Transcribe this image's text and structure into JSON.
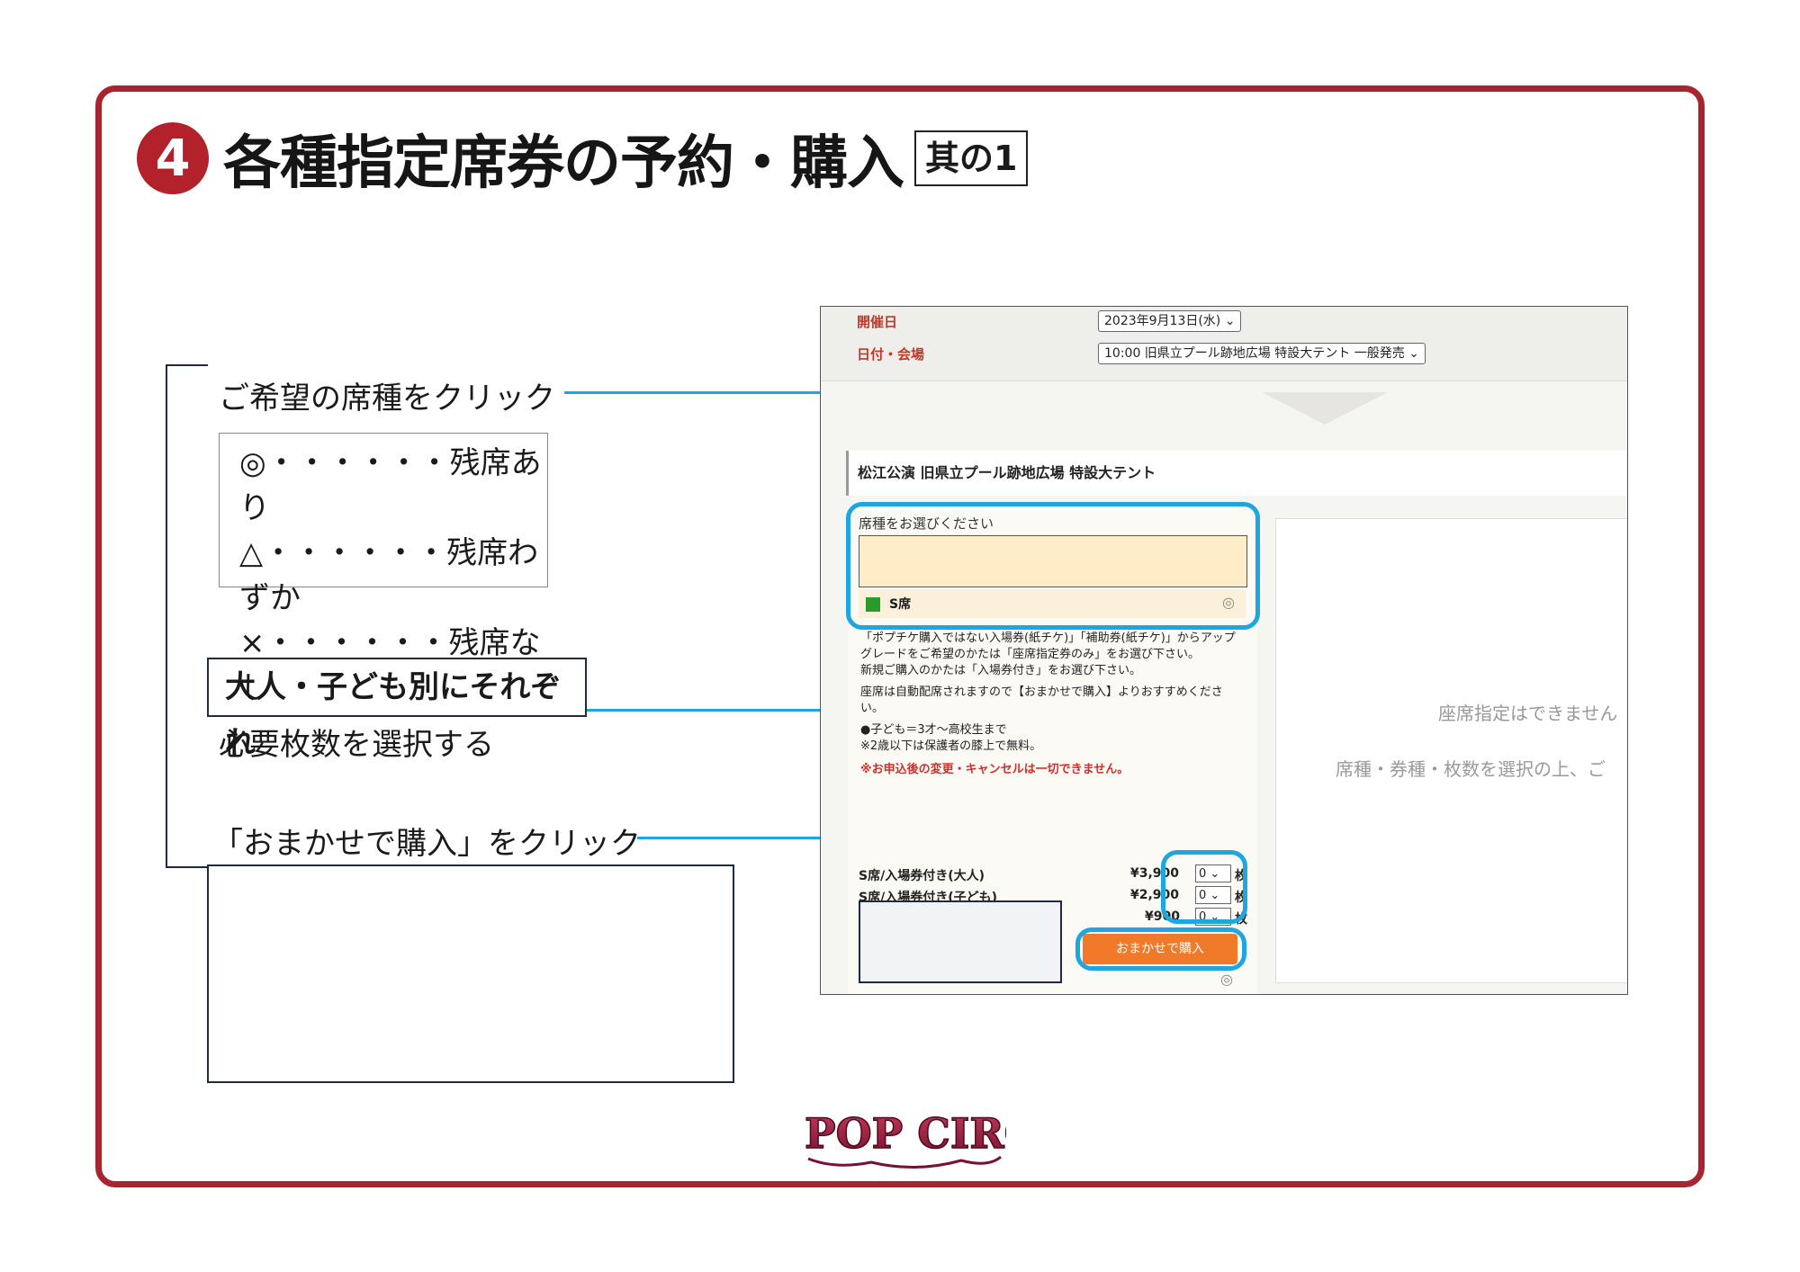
{
  "header": {
    "step_number": "4",
    "title": "各種指定席券の予約・購入",
    "title_tag": "其の1"
  },
  "annotations": {
    "click_seat": "ご希望の席種をクリック",
    "legend": [
      "◎・・・・・・残席あり",
      "△・・・・・・残席わずか",
      "×・・・・・・残席なし"
    ],
    "adult_child": "大人・子ども別にそれぞれ",
    "select_count": "必要枚数を選択する",
    "click_buy": "「おまかせで購入」をクリック"
  },
  "screenshot": {
    "date_label": "開催日",
    "date_value": "2023年9月13日(水) ⌄",
    "venue_label": "日付・会場",
    "venue_value": "10:00 旧県立プール跡地広場 特設大テント 一般発売 ⌄",
    "venue_title": "松江公演 旧県立プール跡地広場 特設大テント",
    "seat_prompt": "席種をお選びください",
    "seat_name": "S席",
    "seat_status": "◎",
    "notes": [
      "「ポプチケ購入ではない入場券(紙チケ)」「補助券(紙チケ)」からアップグレードをご希望のかたは「座席指定券のみ」をお選び下さい。",
      "新規ご購入のかたは「入場券付き」をお選び下さい。",
      "座席は自動配席されますので【おまかせで購入】よりおすすめください。",
      "●子ども＝3才～高校生まで",
      "※2歳以下は保護者の膝上で無料。"
    ],
    "notes_warning": "※お申込後の変更・キャンセルは一切できません。",
    "tickets": [
      {
        "name": "S席/入場券付き(大人)",
        "price": "¥3,900",
        "qty": "0 ⌄",
        "unit": "枚"
      },
      {
        "name": "S席/入場券付き(子ども)",
        "price": "¥2,900",
        "qty": "0 ⌄",
        "unit": "枚"
      },
      {
        "name": "",
        "price": "¥900",
        "qty": "0 ⌄",
        "unit": "枚"
      }
    ],
    "buy_button": "おまかせで購入",
    "right_text1": "座席指定はできません",
    "right_text2": "席種・券種・枚数を選択の上、ご",
    "footer_status": "◎"
  },
  "logo": {
    "text": "POP CIRCUS"
  },
  "colors": {
    "frame": "#a8242e",
    "accent": "#1ea6e0",
    "button": "#f07a2a"
  }
}
